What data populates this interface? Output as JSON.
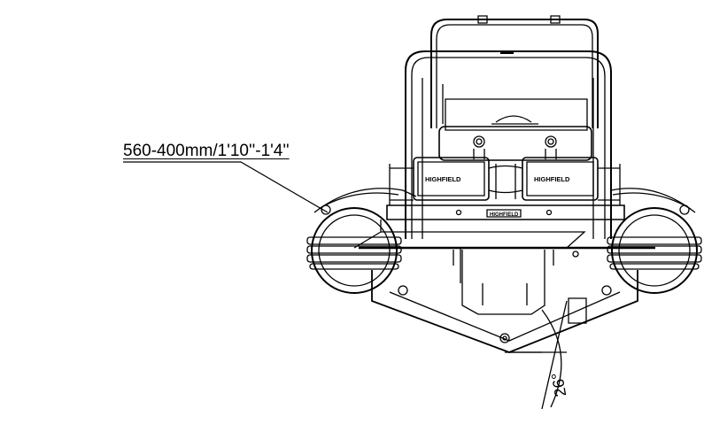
{
  "drawing": {
    "tube_diameter_label": "560-400mm/1'10''-1'4''",
    "deadrise_angle_label": "26°",
    "stroke_color": "#000000",
    "background_color": "#ffffff",
    "nameplates": [
      "HIGHFIELD",
      "HIGHFIELD",
      "HIGHFIELD"
    ]
  }
}
